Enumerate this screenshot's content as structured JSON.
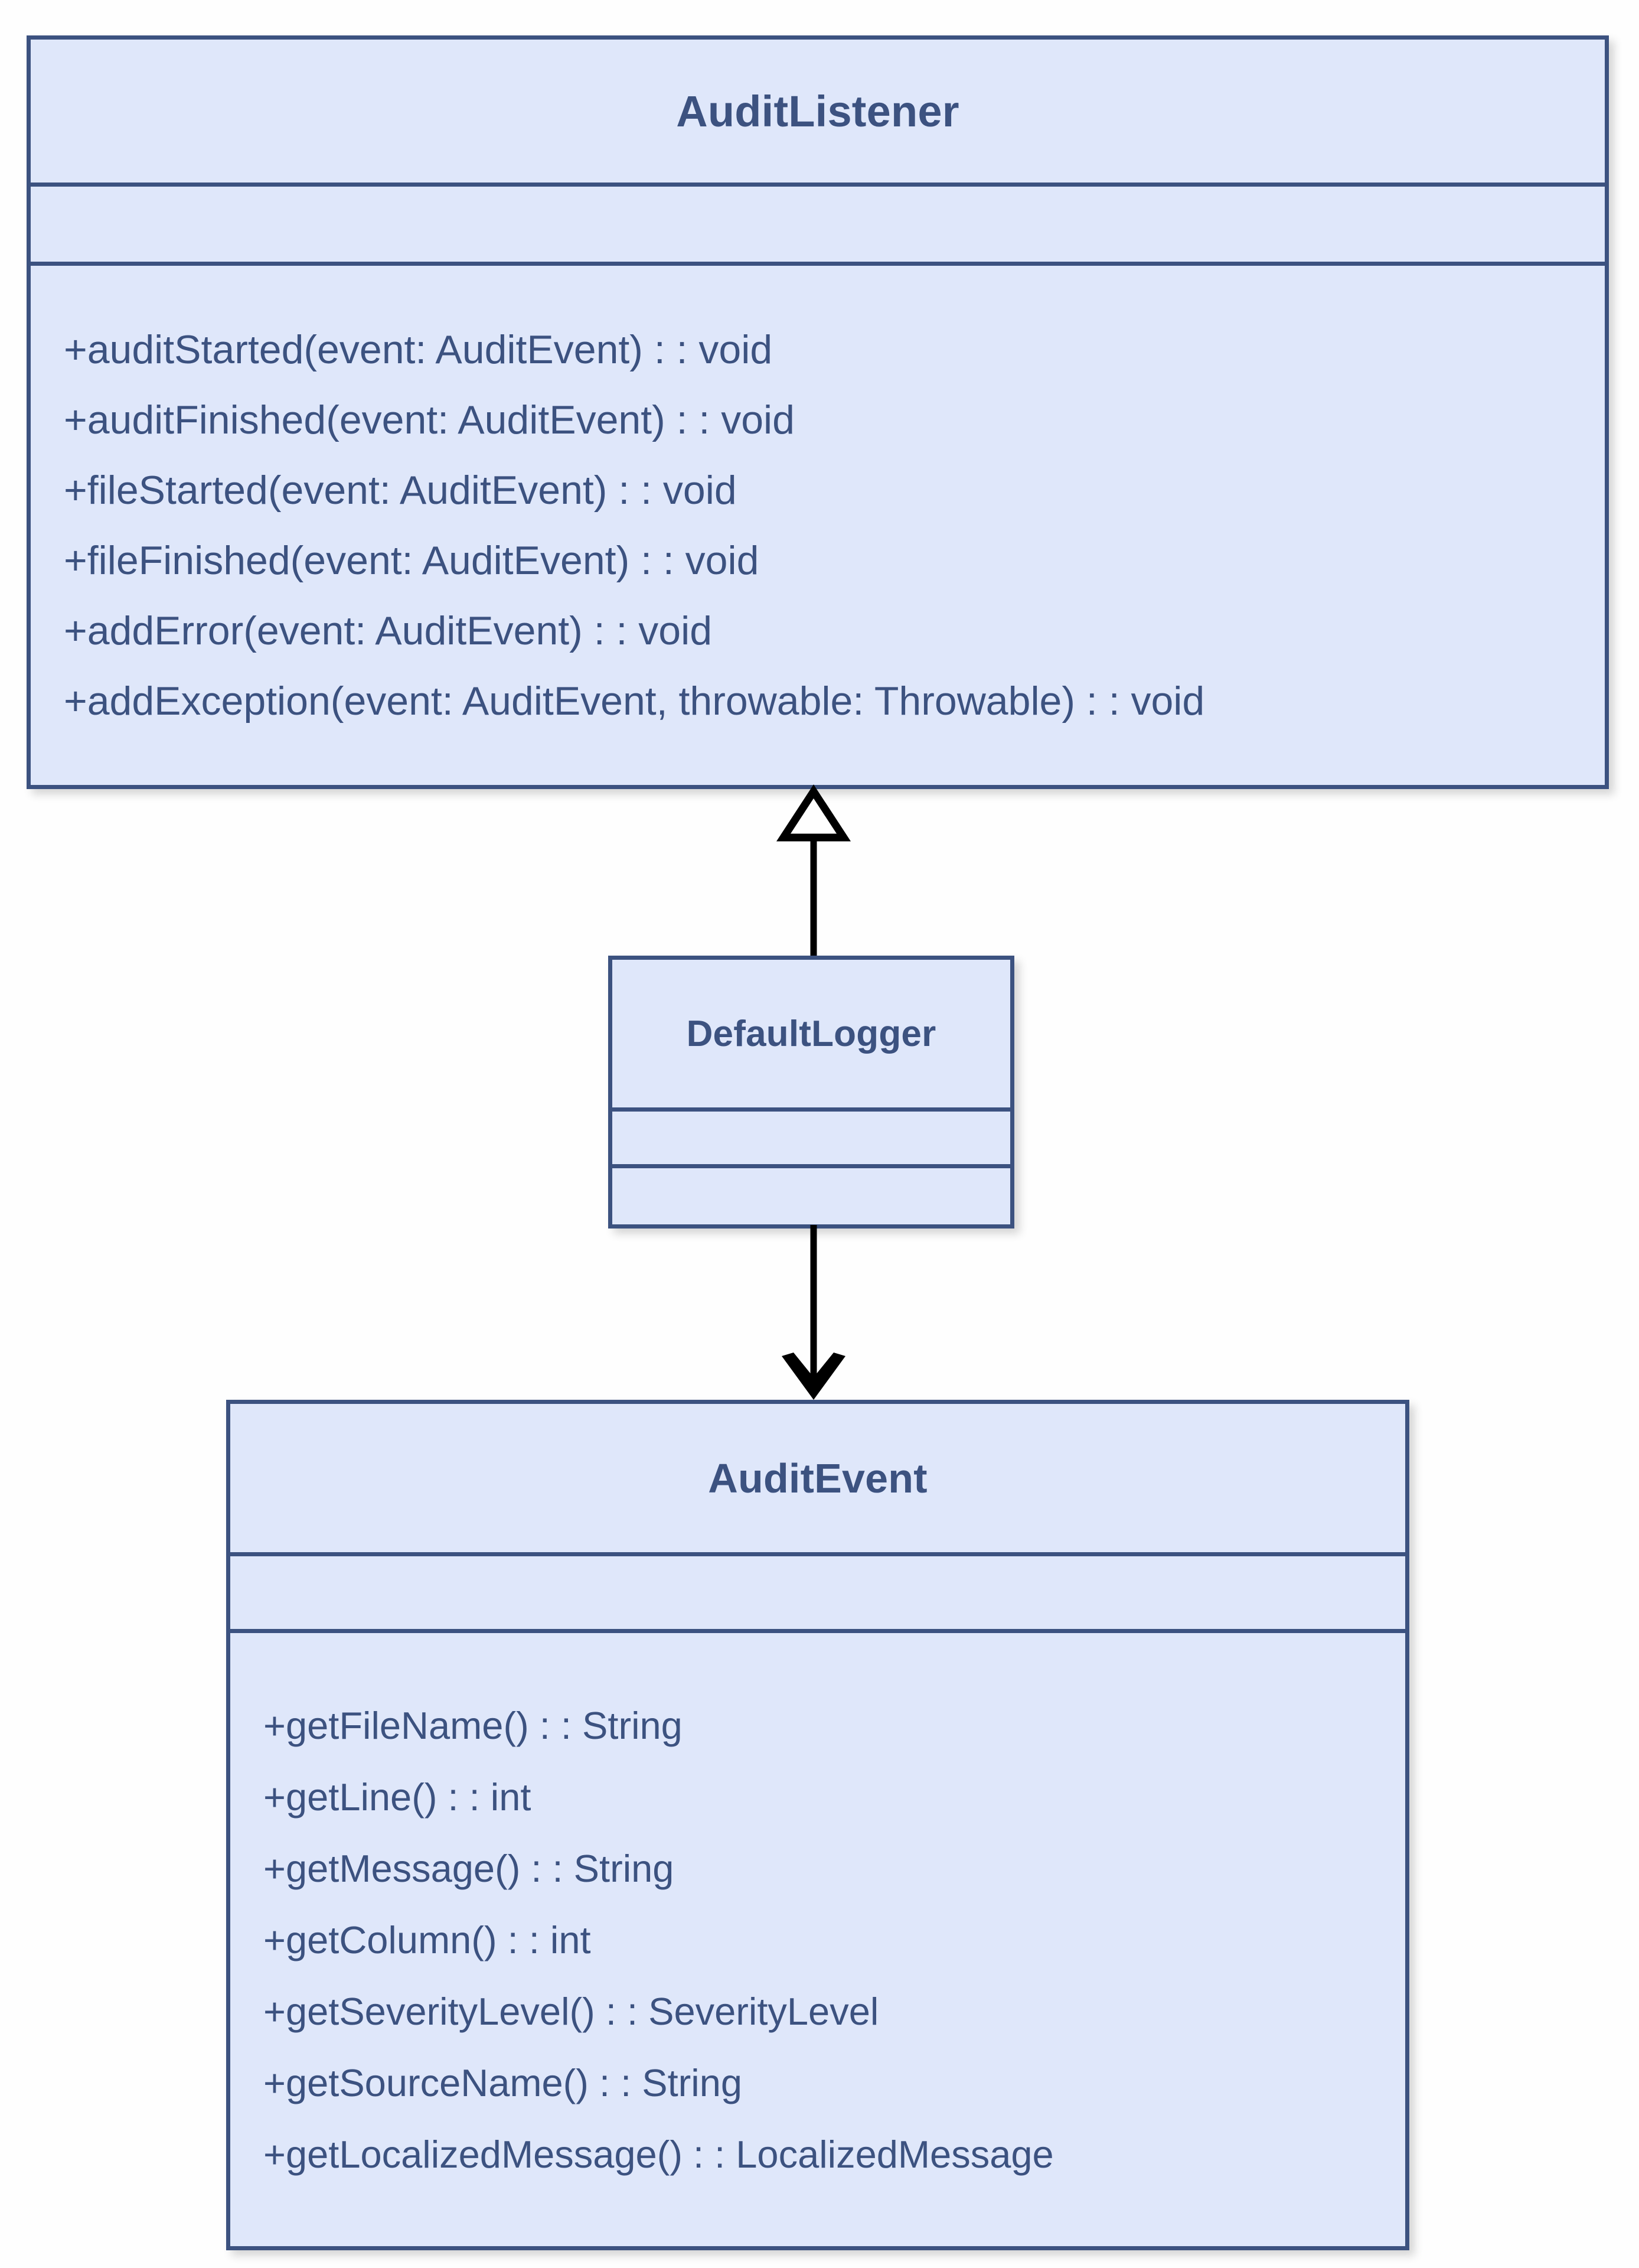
{
  "diagram": {
    "type": "uml-class-diagram",
    "background_color": "#fefefe",
    "box_fill_color": "#dfe7fa",
    "box_border_color": "#3c5280",
    "text_color": "#3c5280",
    "connector_color": "#000000"
  },
  "classes": [
    {
      "id": "auditlistener",
      "name": "AuditListener",
      "attributes": [],
      "methods": [
        "+auditStarted(event: AuditEvent) : : void",
        "+auditFinished(event: AuditEvent) : : void",
        "+fileStarted(event: AuditEvent) : : void",
        "+fileFinished(event: AuditEvent) : : void",
        "+addError(event: AuditEvent) : : void",
        "+addException(event: AuditEvent, throwable: Throwable) : : void"
      ]
    },
    {
      "id": "defaultlogger",
      "name": "DefaultLogger",
      "attributes": [],
      "methods": []
    },
    {
      "id": "auditevent",
      "name": "AuditEvent",
      "attributes": [],
      "methods": [
        "+getFileName() : : String",
        "+getLine() : : int",
        "+getMessage() : : String",
        "+getColumn() : : int",
        "+getSeverityLevel() : : SeverityLevel",
        "+getSourceName() : : String",
        "+getLocalizedMessage() : : LocalizedMessage"
      ]
    }
  ],
  "relationships": [
    {
      "id": "inheritance",
      "kind": "generalization",
      "arrow": "hollow-triangle",
      "direction": "up",
      "from": "DefaultLogger",
      "to": "AuditListener"
    },
    {
      "id": "association",
      "kind": "association",
      "arrow": "open-arrow",
      "direction": "down",
      "from": "DefaultLogger",
      "to": "AuditEvent"
    }
  ]
}
